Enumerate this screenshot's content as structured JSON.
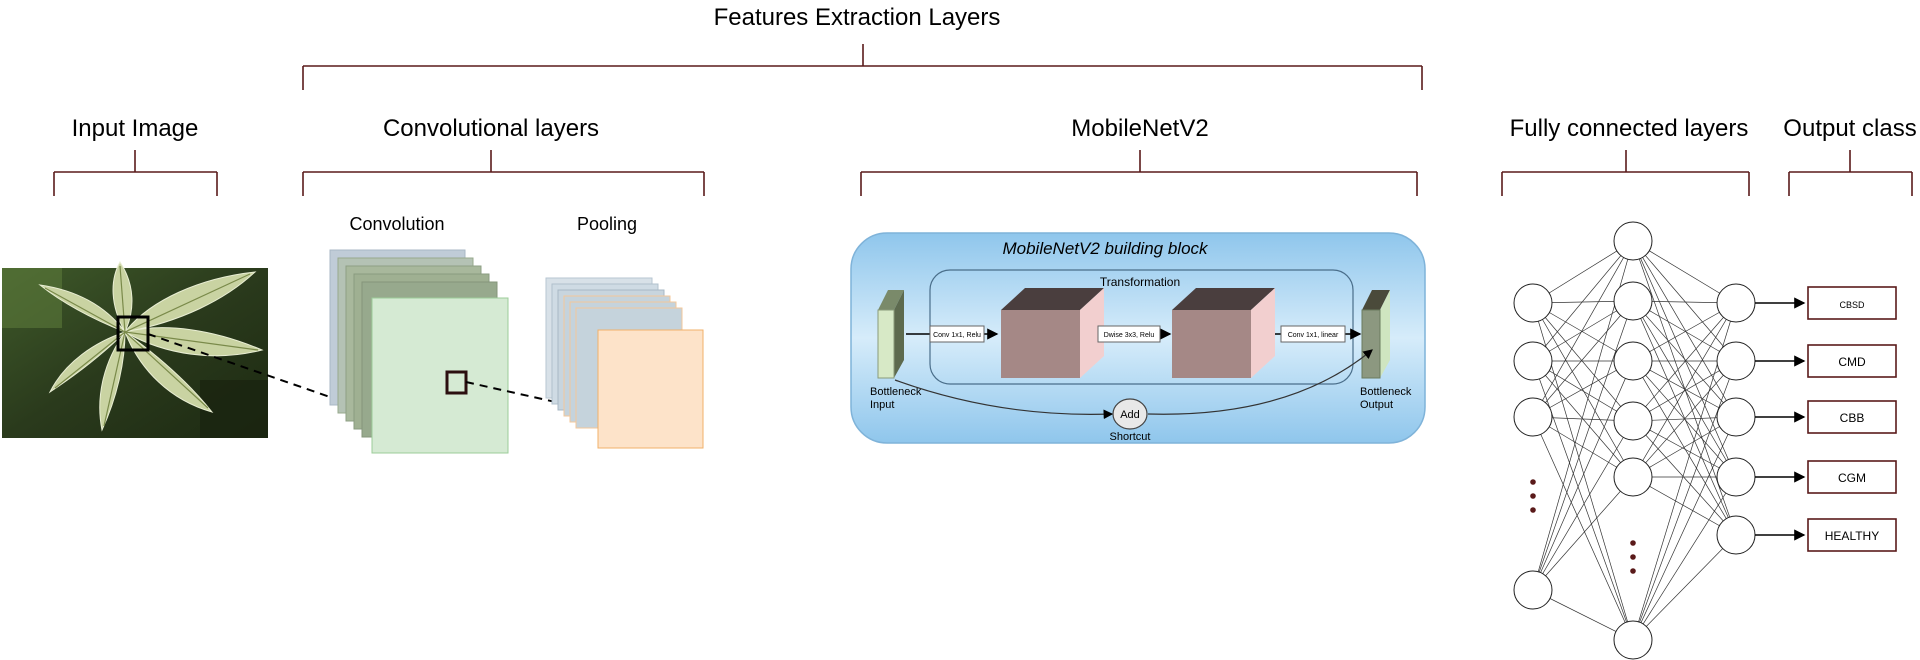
{
  "headings": {
    "features": "Features Extraction Layers",
    "input": "Input Image",
    "conv_layers": "Convolutional layers",
    "mobilenet": "MobileNetV2",
    "fc": "Fully connected layers",
    "output": "Output class"
  },
  "conv_section": {
    "convolution": "Convolution",
    "pooling": "Pooling"
  },
  "mobilenet_block": {
    "title": "MobileNetV2 building block",
    "transformation": "Transformation",
    "op1": "Conv 1x1, Relu",
    "op2": "Dwise 3x3, Relu",
    "op3": "Conv 1x1, linear",
    "bottleneck_input_1": "Bottleneck",
    "bottleneck_input_2": "Input",
    "bottleneck_output_1": "Bottleneck",
    "bottleneck_output_2": "Output",
    "add": "Add",
    "shortcut": "Shortcut"
  },
  "output_classes": [
    "CBSD",
    "CMD",
    "CBB",
    "CGM",
    "HEALTHY"
  ],
  "colors": {
    "bracket": "#5a1a1a",
    "conv_front": "#d5ead3",
    "conv_back": "#97a98d",
    "pool_front": "#fde3c9",
    "pool_back": "#c5d3dc",
    "mobilenet_bg": "#a9d3ef",
    "cube_face": "#a58886",
    "cube_side": "#f2cfcf",
    "dots": "#5a1a1a"
  },
  "icons": {
    "leaf_image": "cassava-leaf-image",
    "ellipsis": "vertical-ellipsis-icon"
  }
}
